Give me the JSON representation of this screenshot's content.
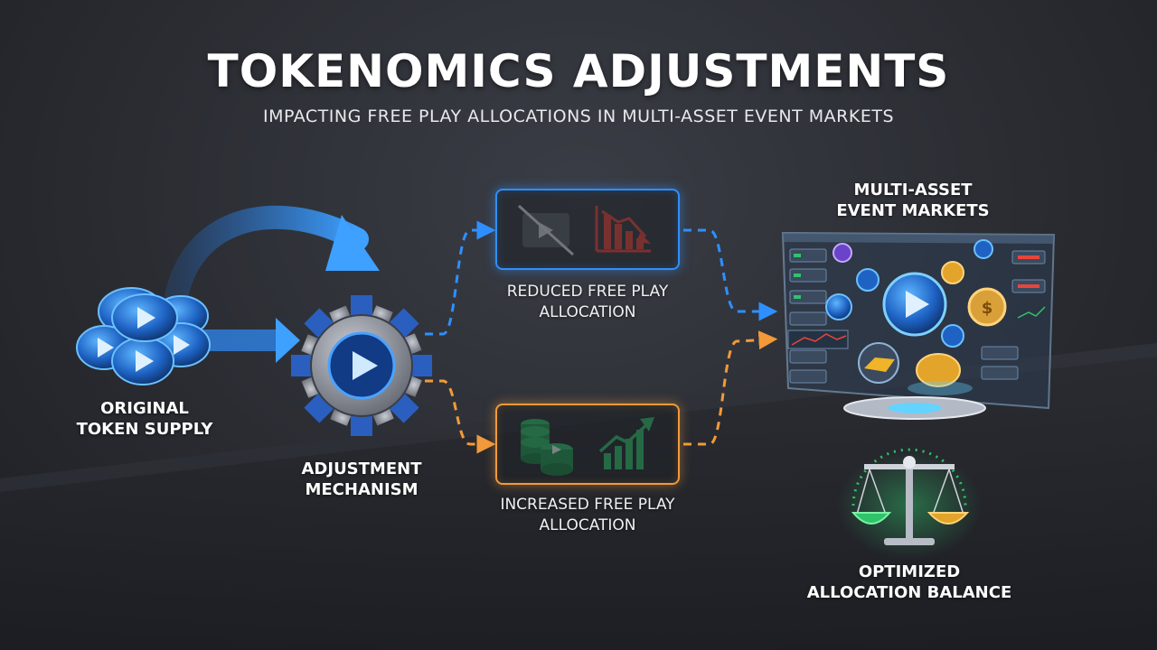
{
  "title": "TOKENOMICS ADJUSTMENTS",
  "subtitle": "IMPACTING FREE PLAY ALLOCATIONS IN MULTI-ASSET EVENT MARKETS",
  "nodes": {
    "original_supply": {
      "line1": "ORIGINAL",
      "line2": "TOKEN SUPPLY",
      "icon": "token-coin-stack-icon"
    },
    "adjustment": {
      "line1": "ADJUSTMENT",
      "line2": "MECHANISM",
      "icon": "gear-play-icon"
    },
    "reduced": {
      "line1": "REDUCED FREE PLAY",
      "line2": "ALLOCATION",
      "icons": [
        "play-disabled-icon",
        "bar-chart-down-icon"
      ]
    },
    "increased": {
      "line1": "INCREASED FREE PLAY",
      "line2": "ALLOCATION",
      "icons": [
        "green-coin-stack-icon",
        "bar-chart-up-icon"
      ]
    },
    "markets": {
      "line1": "MULTI-ASSET",
      "line2": "EVENT MARKETS",
      "icon": "market-dashboard-icon"
    },
    "balance": {
      "line1": "OPTIMIZED",
      "line2": "ALLOCATION BALANCE",
      "icon": "balance-scale-icon"
    }
  },
  "colors": {
    "reduced_accent": "#2f8fff",
    "increased_accent": "#f29a3a",
    "down_red": "#e8453c",
    "up_green": "#2fc46a"
  }
}
